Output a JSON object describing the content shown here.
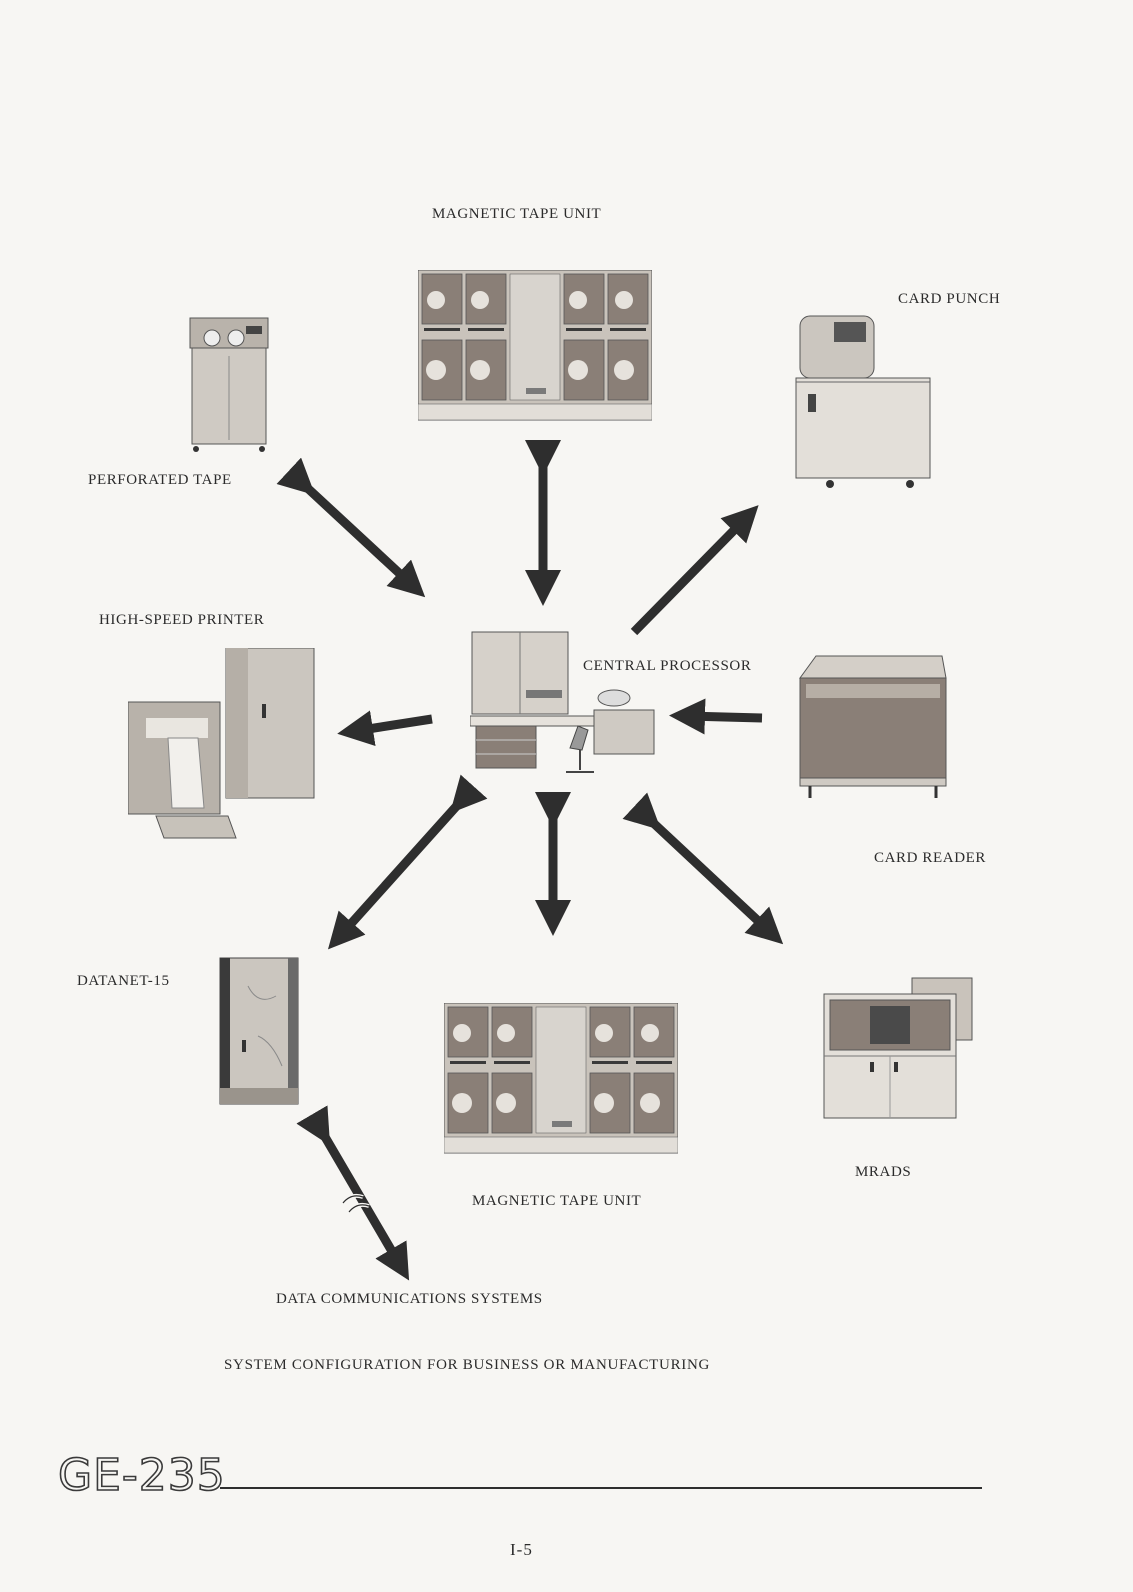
{
  "title": "SYSTEM CONFIGURATION FOR BUSINESS OR MANUFACTURING",
  "labels": {
    "magnetic_tape_top": "MAGNETIC TAPE UNIT",
    "card_punch": "CARD PUNCH",
    "perforated_tape": "PERFORATED TAPE",
    "high_speed_printer": "HIGH-SPEED PRINTER",
    "central_processor": "CENTRAL PROCESSOR",
    "card_reader": "CARD READER",
    "datanet": "DATANET-15",
    "mrads": "MRADS",
    "magnetic_tape_bottom": "MAGNETIC TAPE UNIT",
    "data_comm": "DATA COMMUNICATIONS SYSTEMS"
  },
  "footer": {
    "logo": "GE-235",
    "page_number": "I-5"
  },
  "colors": {
    "arrow": "#2e2e2e",
    "panel_dark": "#8a7f77",
    "panel_light": "#d8d4ce"
  }
}
